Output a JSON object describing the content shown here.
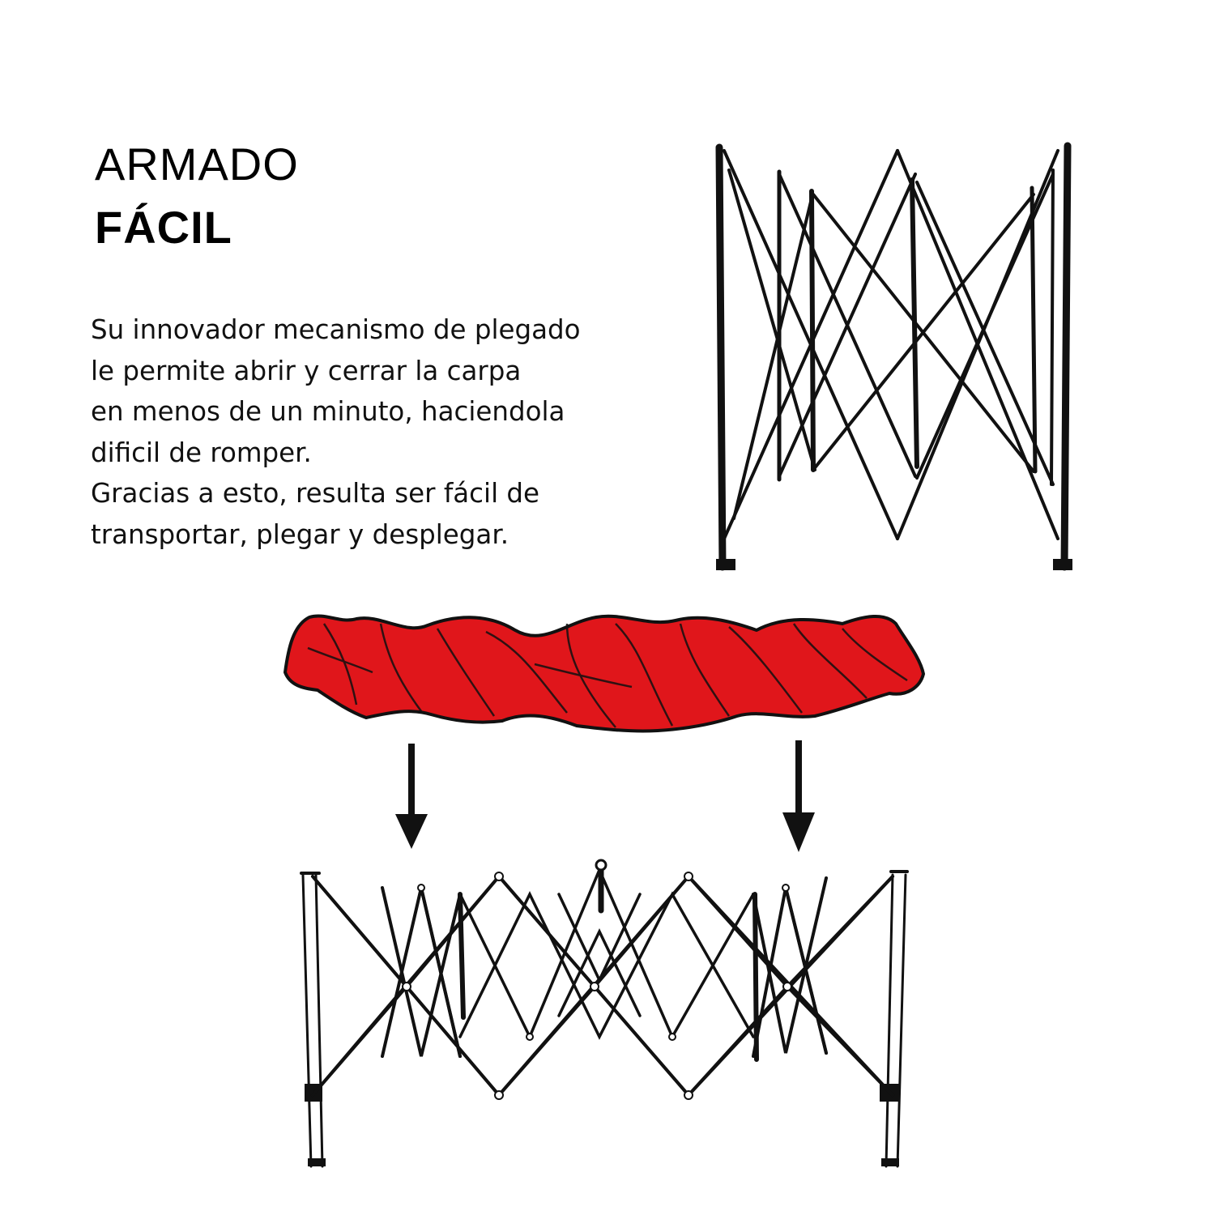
{
  "heading": {
    "line1": "ARMADO",
    "line2": "FÁCIL"
  },
  "description": [
    "Su innovador mecanismo de plegado",
    "le permite abrir y cerrar la carpa",
    "en menos de un minuto, haciendola",
    "dificil de romper.",
    "Gracias a esto, resulta ser fácil de",
    "transportar, plegar y desplegar."
  ],
  "colors": {
    "text": "#111111",
    "canopy": "#e0161b",
    "frame": "#111111"
  },
  "icons": [
    "folded-frame-illustration",
    "red-canopy-illustration",
    "down-arrow-icon",
    "expanded-frame-illustration"
  ]
}
